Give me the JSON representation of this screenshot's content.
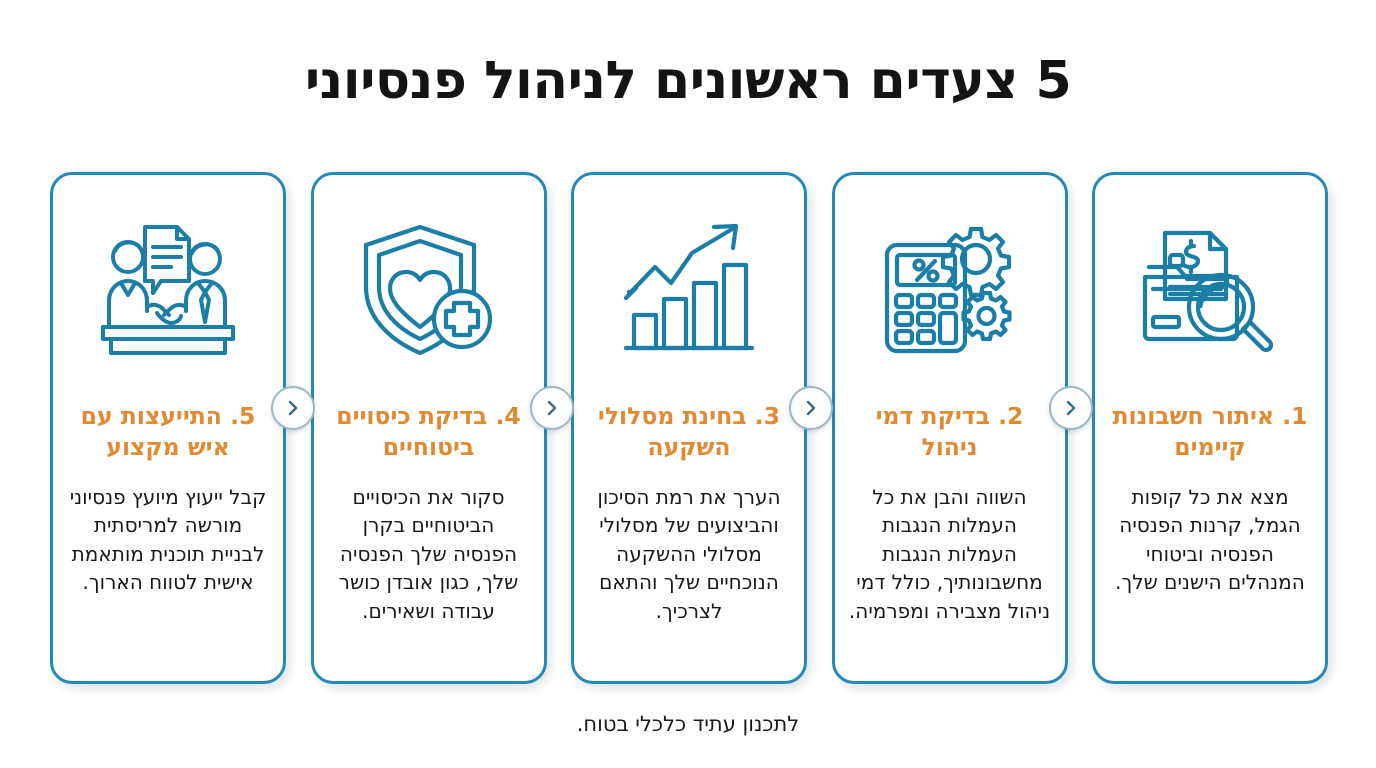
{
  "header": {
    "title": "5 צעדים ראשונים לניהול פנסיוני"
  },
  "colors": {
    "icon_blue": "#1b7ea6",
    "card_border": "#2589b6",
    "heading_orange": "#e08b33",
    "body_text": "#19191b",
    "title_text": "#141414",
    "background": "#ffffff",
    "chevron_border": "#9db6c4"
  },
  "connectors": [
    {
      "icon": "chevron-right-icon"
    },
    {
      "icon": "chevron-right-icon"
    },
    {
      "icon": "chevron-right-icon"
    },
    {
      "icon": "chevron-right-icon"
    }
  ],
  "steps": [
    {
      "number": "1",
      "icon": "document-folder-search-icon",
      "heading": "1. איתור חשבונות קיימים",
      "body": "מצא את כל קופות הגמל, קרנות הפנסיה הפנסיה וביטוחי המנהלים הישנים שלך."
    },
    {
      "number": "2",
      "icon": "calculator-gears-icon",
      "heading": "2. בדיקת דמי ניהול",
      "body": "השווה והבן את כל העמלות הנגבות העמלות הנגבות מחשבונותיך, כולל דמי ניהול מצבירה ומפרמיה."
    },
    {
      "number": "3",
      "icon": "growth-bar-chart-arrow-icon",
      "heading": "3. בחינת מסלולי השקעה",
      "body": "הערך את רמת הסיכון והביצועים של מסלולי מסלולי ההשקעה הנוכחיים שלך והתאם לצרכיך."
    },
    {
      "number": "4",
      "icon": "shield-heart-medical-icon",
      "heading": "4. בדיקת כיסויים ביטוחיים",
      "body": "סקור את הכיסויים הביטוחיים בקרן הפנסיה שלך הפנסיה שלך, כגון אובדן כושר עבודה ושאירים."
    },
    {
      "number": "5",
      "icon": "handshake-consultation-icon",
      "heading": "5. התייעצות עם איש מקצוע",
      "body": "קבל ייעוץ מיועץ פנסיוני מורשה למריסתית לבניית תוכנית מותאמת אישית לטווח הארוך."
    }
  ],
  "footer": {
    "text": "לתכנון עתיד כלכלי בטוח."
  }
}
